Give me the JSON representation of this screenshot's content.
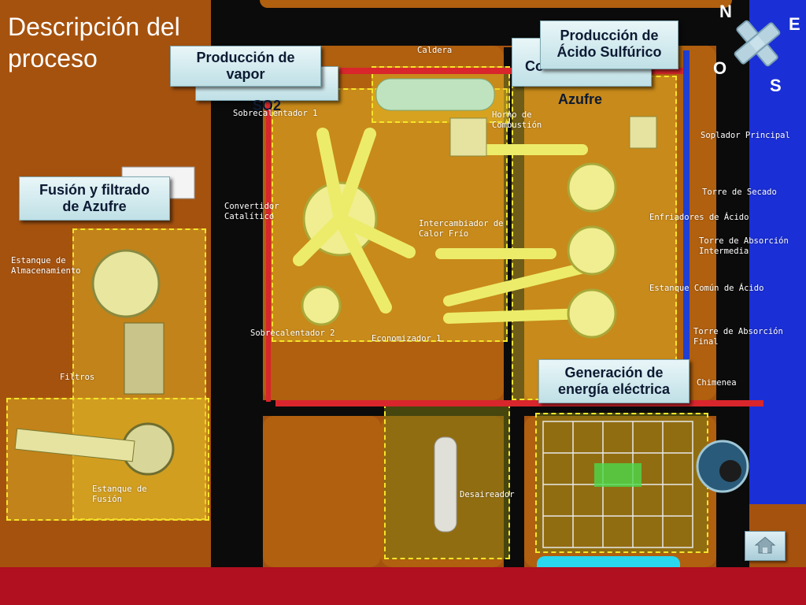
{
  "title": "Descripción del\nproceso",
  "callouts": {
    "vapor": "Producción de\nvapor",
    "acido": "Producción de\nÁcido Sulfúrico",
    "fusion": "Fusión y filtrado\nde Azufre",
    "energia": "Generación de\nenergía eléctrica",
    "hidden_left": "SO2",
    "hidden_right_a": "Co",
    "hidden_right_b": "Azufre"
  },
  "labels": {
    "caldera": "Caldera",
    "sobrecalentador1": "Sobrecalentador 1",
    "horno": "Horno de\nCombustión",
    "soplador": "Soplador Principal",
    "torre_secado": "Torre de Secado",
    "convertidor": "Convertidor\nCatalítico",
    "enfriadores": "Enfriadores de Ácido",
    "intercambiador": "Intercambiador de\nCalor Frío",
    "torre_abs_int": "Torre de Absorción\nIntermedia",
    "estanque_alm": "Estanque de\nAlmacenamiento",
    "estanque_comun": "Estanque Común de Ácido",
    "sobrecalentador2": "Sobrecalentador 2",
    "economizador": "Economizador 1",
    "torre_abs_final": "Torre de Absorción\nFinal",
    "filtros": "Filtros",
    "chimenea": "Chimenea",
    "estanque_fusion": "Estanque de\nFusión",
    "desaireador": "Desaireador"
  },
  "compass": {
    "n": "N",
    "e": "E",
    "o": "O",
    "s": "S"
  },
  "icons": {
    "home": "home-icon",
    "compass": "compass-icon"
  },
  "colors": {
    "ground": "#a5520f",
    "road": "#0b0b0b",
    "zone": "#f5e52a",
    "water": "#1a2fd6",
    "footer": "#b01020"
  }
}
